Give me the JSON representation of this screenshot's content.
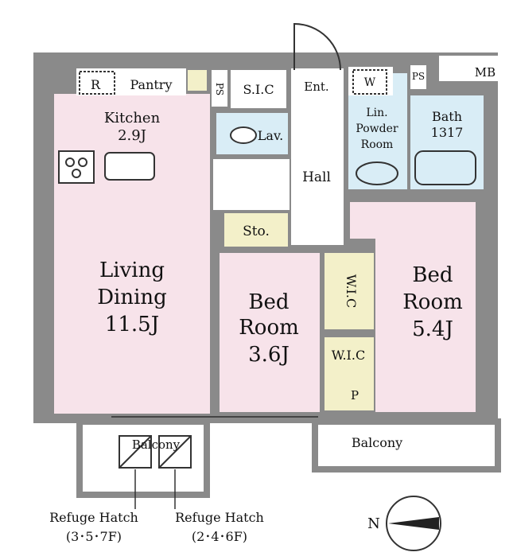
{
  "rooms": {
    "kitchen": {
      "name": "Kitchen",
      "size": "2.9J"
    },
    "living": {
      "line1": "Living",
      "line2": "Dining",
      "size": "11.5J"
    },
    "bed1": {
      "line1": "Bed",
      "line2": "Room",
      "size": "3.6J"
    },
    "bed2": {
      "line1": "Bed",
      "line2": "Room",
      "size": "5.4J"
    },
    "bath": {
      "name": "Bath",
      "size": "1317"
    },
    "powder": {
      "line1": "Lin.",
      "line2": "Powder",
      "line3": "Room"
    }
  },
  "labels": {
    "pantry": "Pantry",
    "refrigerator": "R",
    "sic": "S.I.C",
    "ent": "Ent.",
    "washer": "W",
    "ps_left": "PS",
    "ps_right": "PS",
    "mb": "MB",
    "lav": "Lav.",
    "hall": "Hall",
    "sto": "Sto.",
    "wic_upper": "W.I.C",
    "wic_lower": "W.I.C",
    "pipe": "P",
    "balcony_left": "Balcony",
    "balcony_right": "Balcony"
  },
  "refuge_hatches": [
    {
      "title": "Refuge Hatch",
      "floors": "(3･5･7F)"
    },
    {
      "title": "Refuge Hatch",
      "floors": "(2･4･6F)"
    }
  ],
  "compass": {
    "label": "N"
  },
  "colors": {
    "wall": "#8a8a8a",
    "pink": "#f7e3ea",
    "blue": "#d9edf6",
    "yellow": "#f3f0c9",
    "white": "#ffffff"
  }
}
